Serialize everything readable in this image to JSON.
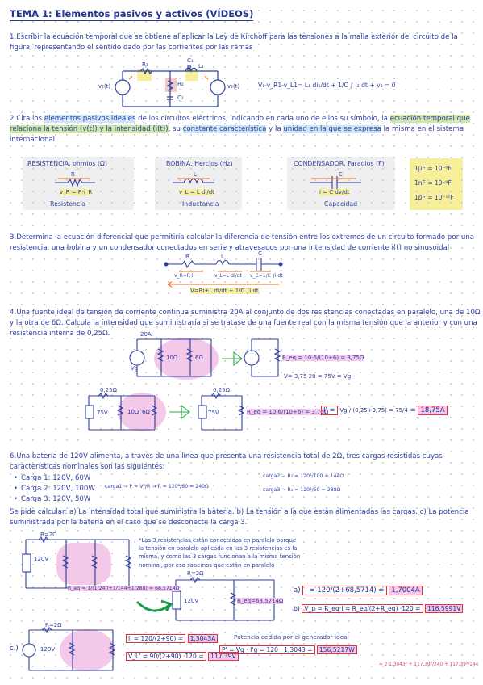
{
  "title": "TEMA 1: Elementos pasivos y activos (VÍDEOS)",
  "q1": {
    "text_a": "1.Escribir la ecuación temporal que se obtiene al aplicar la Ley de Kirchoff para las tensiones a la malla exterior del circuito de la",
    "text_b": "figura, representando el sentido dado por las corrientes por las ramas",
    "eq": "V₁-v_R1-v_L1= L₁ di₁/dt + 1/C ∫ i₂ dt + v₂ = 0",
    "lbl_v1": "v₁(t)",
    "lbl_v2": "v₂(t)",
    "lbl_r1": "R₁",
    "lbl_l1": "L₁",
    "lbl_c1": "C₁",
    "lbl_r2": "R₂",
    "lbl_c2": "C₂"
  },
  "q2": {
    "line1_pre": "2.Cita los ",
    "line1_hl": "elementos pasivos ideales",
    "line1_mid": " de los circuitos eléctricos, indicando en cada uno de ellos su símbolo, la ",
    "line1_hl2": "ecuación temporal que",
    "line2_hl": "relaciona la tensión (v(t)) y la intensidad (i(t))",
    "line2_mid": ", su ",
    "line2_hl2": "constante característica",
    "line2_mid2": " y la ",
    "line2_hl3": "unidad en la que se expresa",
    "line2_post": " la misma en el sistema",
    "line3": "internacional",
    "res_title": "RESISTENCIA, ohmios (Ω)",
    "res_eq": "v_R = R·i_R",
    "res_sub": "Resistencia",
    "res_lbl": "R",
    "bob_title": "BOBINA, Hercios (Hz)",
    "bob_eq": "v_L = L di/dt",
    "bob_sub": "Inductancia",
    "bob_lbl": "L",
    "con_title": "CONDENSADOR, Faradios (F)",
    "con_eq": "i = C dv/dt",
    "con_sub": "Capacidad",
    "con_lbl": "C",
    "units": [
      "1μF = 10⁻⁶F",
      "1nF = 10⁻⁹F",
      "1pF = 10⁻¹²F"
    ]
  },
  "q3": {
    "text_a": "3.Determina la ecuación diferencial que permitiría calcular la diferencia de tensión entre los extremos de un circuito formado por una",
    "text_b": "resistencia, una bobina y un condensador conectados en serie y atravesados por una intensidad de corriente i(t) no sinusoidal",
    "lbl_r": "R",
    "lbl_l": "L",
    "lbl_c": "C",
    "v_r": "v_R=R·i",
    "v_l": "v_L=L di/dt",
    "v_c": "v_C=1/C ∫i dt",
    "eq": "V=Ri+L di/dt + 1/C ∫i dt"
  },
  "q4": {
    "text_a": "4.Una fuente ideal de tensión de corriente continua suministra 20A al conjunto de dos resistencias conectadas en paralelo, una de 10Ω",
    "text_b": "y la otra de 6Ω. Calcula la intensidad que suministraría si se tratase de una fuente real con la misma tensión que la anterior y con una",
    "text_c": "resistencia interna de 0,25Ω.",
    "i_src": "20A",
    "r1": "10Ω",
    "r2": "6Ω",
    "vg": "Vg",
    "req1": "R_eq = 10·6/(10+6) = 3,75Ω",
    "v_calc": "V= 3,75·20 = 75V = Vg",
    "rint": "0,25Ω",
    "v75": "75V",
    "req2": "R_eq = 10·6/(10+6) = 3,75Ω",
    "i_pre": "I' =",
    "i_frac": "Vg / (0,25+3,75) = 75/4",
    "i_res": "18,75A"
  },
  "q6": {
    "text_a": "6.Una batería de 120V alimenta, a través de una línea que presenta una resistencia total de 2Ω, tres cargas resistidas cuyas",
    "text_b": "características nominales son las siguientes:",
    "cargas": [
      "Carga 1: 120V, 60W",
      "Carga 2: 120V, 100W",
      "Carga 3: 120V, 50W"
    ],
    "text_c": "Se pide calcular: a) La intensidad total que suministra la batería. b) La tensión a la que están alimentadas las cargas. c) La potencia",
    "text_d": "suministrada por la batería en el caso que se desconecte la carga 3.",
    "carga1_calc": "carga1 → P = V²/R → R = 120²/60 = 240Ω",
    "carga2_calc": "carga2 → R₂ = 120²/100 = 144Ω",
    "carga3_calc": "carga3 → R₃ = 120²/50 = 288Ω",
    "note": [
      "*Las 3 resistencias están conectadas en paralelo porque",
      "la tensión en paralelo aplicada en las 3 resistencias es la",
      "misma, y como las 3 cargas funcionan a la misma tensión",
      "nominal, por eso sabemos que están en paralelo"
    ],
    "v120": "120V",
    "r2ohm": "R=2Ω",
    "req": "R_eq = 1/(1/240+1/144+1/288) = 68,5714Ω",
    "req_box": "R_eq=68,5714Ω",
    "a_lbl": "a)",
    "a_eq": "I = 120/(2+68,5714) =",
    "a_res": "1,7004A",
    "b_lbl": "b)",
    "b_eq": "V_p = R_eq·I = R_eq/(2+R_eq) ·120 =",
    "b_res": "116,5991V",
    "c_lbl": "c.)",
    "c_src": "120V",
    "c_i_eq": "I' = 120/(2+90) =",
    "c_i_res": "1,3043A",
    "c_v_eq": "V_L' = 90/(2+90) ·120 =",
    "c_v_res": "117,39V",
    "c_pot_title": "Potencia cedida por el generador ideal",
    "c_p_eq": "P' = Vg · I'g = 120 · 1,3043 =",
    "c_p_res": "156,5217W",
    "c_extra": "= 2·1,3043² + 117,39²/240 + 117,39²/144"
  }
}
